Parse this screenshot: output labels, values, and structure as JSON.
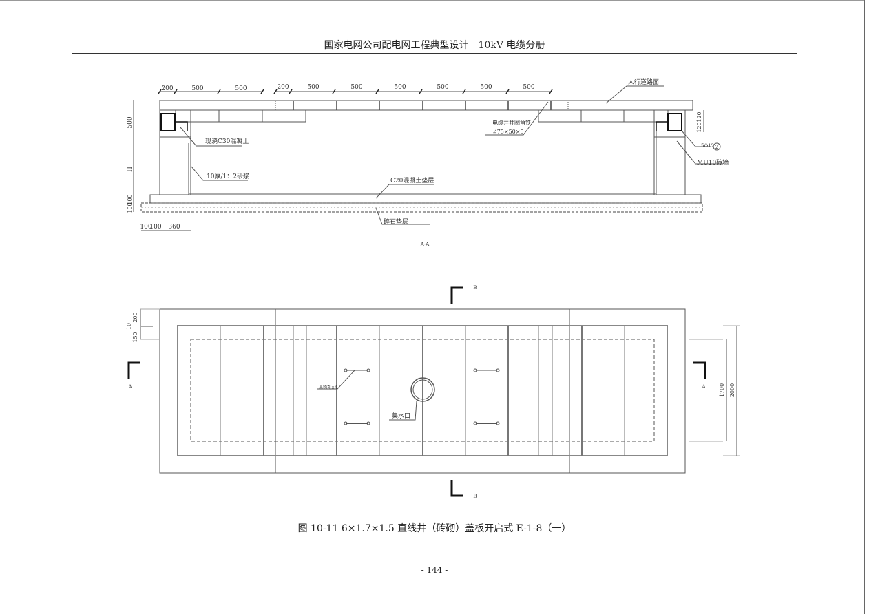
{
  "header": {
    "title": "国家电网公司配电网工程典型设计　10kV 电缆分册"
  },
  "section_aa": {
    "label": "A-A",
    "dims_top": [
      "200",
      "500",
      "500",
      "200",
      "500",
      "500",
      "500",
      "500",
      "500",
      "500"
    ],
    "dims_left": [
      "500",
      "H",
      "100",
      "100"
    ],
    "dims_bottom": [
      "100",
      "100",
      "360"
    ],
    "dims_right": [
      "120",
      "120"
    ],
    "notes": {
      "sidewalk": "人行道路面",
      "angle_iron": "电缆井井圈角铁",
      "angle_spec": "∠75×50×5",
      "concrete_c30": "现浇C30混凝土",
      "mortar": "10厚/1：2砂浆",
      "c20_layer": "C20混凝土垫层",
      "gravel": "碎石垫层",
      "rebar": "5Φ12",
      "rebar_ref": "2",
      "brick_wall": "MU10砖墙"
    }
  },
  "plan": {
    "dims_left": [
      "200",
      "10",
      "150"
    ],
    "dims_right": [
      "1700",
      "2000"
    ],
    "section_a": "A",
    "section_b": "B",
    "notes": {
      "lifting_hole": "吊钩孔×4",
      "sump": "集水口"
    }
  },
  "caption": "图 10-11  6×1.7×1.5 直线井（砖砌）盖板开启式 E-1-8（一）",
  "page_number": "- 144 -"
}
